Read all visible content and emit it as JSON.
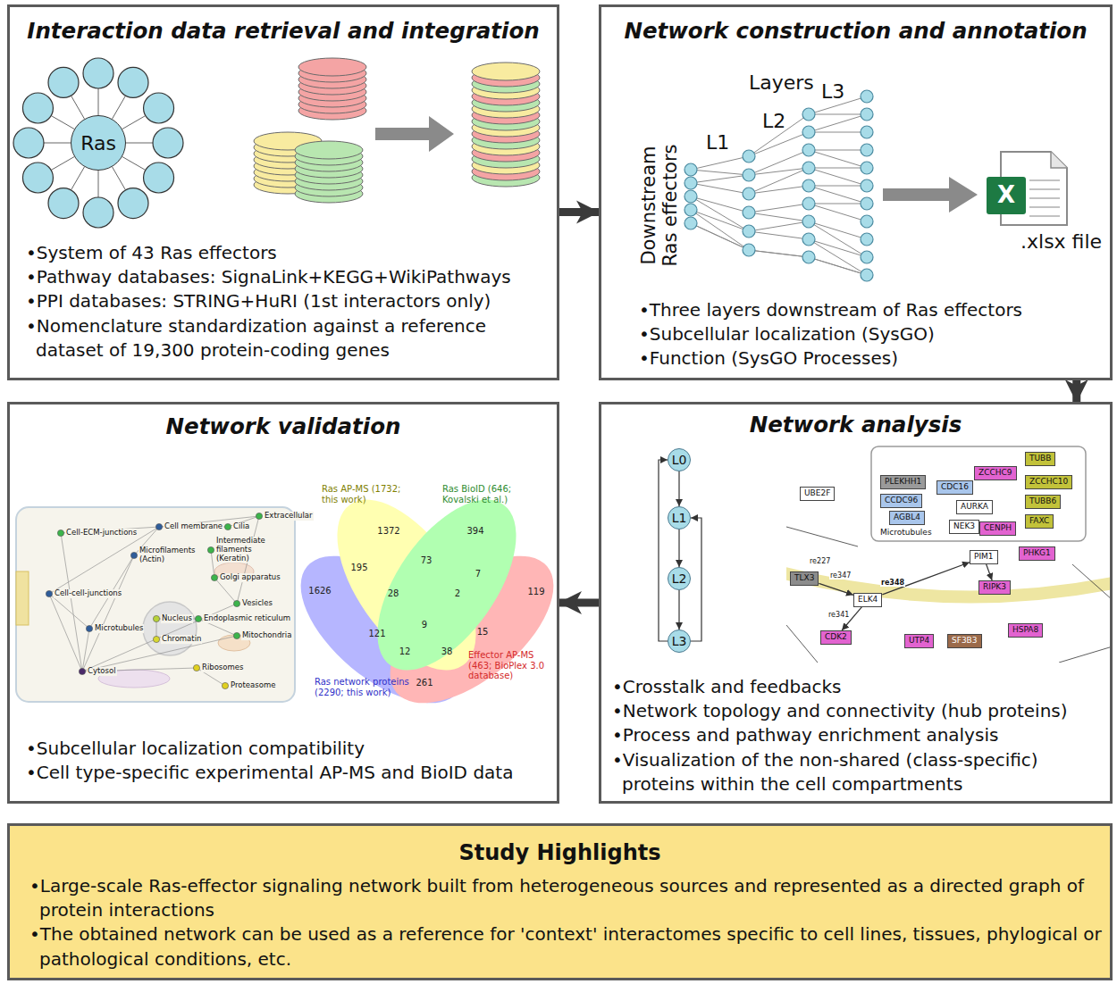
{
  "diagram": {
    "nodes": [
      {
        "text": [
          "Interaction data retrieval and integration",
          "•System of 43 Ras effectors",
          "•Pathway databases: SignaLink+KEGG+WikiPathways",
          "•PPI databases: STRING+HuRI (1st interactors only)",
          "•Nomenclature standardization against a reference dataset of 19,300 protein-coding genes"
        ]
      },
      {
        "text": [
          "Ras"
        ],
        "in": 0
      },
      {
        "text": [
          "Network construction and annotation",
          "•Three layers downstream of Ras effectors",
          "•Subcellular localization (SysGO)",
          "•Function (SysGO Processes)"
        ]
      },
      {
        "text": [
          "Network validation",
          "•Subcellular localization compatibility",
          "•Cell type-specific experimental AP-MS and BioID data"
        ]
      },
      {
        "text": [
          "Network analysis",
          "•Crosstalk and feedbacks",
          "•Network topology and connectivity (hub proteins)",
          "•Process and pathway enrichment analysis",
          "•Visualization of the non-shared (class-specific) proteins within the cell compartments"
        ]
      },
      {
        "text": [
          "L0"
        ],
        "in": 4
      },
      {
        "text": [
          "L1"
        ],
        "in": 4
      },
      {
        "text": [
          "L2"
        ],
        "in": 4
      },
      {
        "text": [
          "L3"
        ],
        "in": 4
      },
      {
        "text": [
          "PLEKHH1"
        ],
        "in": 4
      },
      {
        "text": [
          "CDC16"
        ],
        "in": 4
      },
      {
        "text": [
          "CCDC96"
        ],
        "in": 4
      },
      {
        "text": [
          "AGBL4"
        ],
        "in": 4
      },
      {
        "text": [
          "AURKA"
        ],
        "in": 4
      },
      {
        "text": [
          "NEK3"
        ],
        "in": 4
      },
      {
        "text": [
          "ZCCHC9"
        ],
        "in": 4
      },
      {
        "text": [
          "TUBB"
        ],
        "in": 4
      },
      {
        "text": [
          "ZCCHC10"
        ],
        "in": 4
      },
      {
        "text": [
          "TUBB6"
        ],
        "in": 4
      },
      {
        "text": [
          "FAXC"
        ],
        "in": 4
      },
      {
        "text": [
          "CENPH"
        ],
        "in": 4
      },
      {
        "text": [
          "PHKG1"
        ],
        "in": 4
      },
      {
        "text": [
          "UBE2F"
        ],
        "in": 4
      },
      {
        "text": [
          "TLX3"
        ],
        "in": 4
      },
      {
        "text": [
          "ELK4"
        ],
        "in": 4
      },
      {
        "text": [
          "PIM1"
        ],
        "in": 4
      },
      {
        "text": [
          "RIPK3"
        ],
        "in": 4
      },
      {
        "text": [
          "CDK2"
        ],
        "in": 4
      },
      {
        "text": [
          "UTP4"
        ],
        "in": 4
      },
      {
        "text": [
          "SF3B3"
        ],
        "in": 4
      },
      {
        "text": [
          "HSPA8"
        ],
        "in": 4
      },
      {
        "text": [
          "Study Highlights",
          "•Large-scale Ras-effector signaling network built from heterogeneous sources and represented as a directed graph of protein interactions",
          "•The obtained network can be used as a reference for 'context' interactomes specific to cell lines, tissues, phylogical or pathological conditions, etc."
        ]
      }
    ],
    "edges": [
      {
        "from": 0,
        "to": 2,
        "arrow": "to"
      },
      {
        "from": 2,
        "to": 4,
        "arrow": "to"
      },
      {
        "from": 4,
        "to": 3,
        "arrow": "to"
      },
      {
        "from": 5,
        "to": 6,
        "arrow": "to"
      },
      {
        "from": 6,
        "to": 7,
        "arrow": "to"
      },
      {
        "from": 7,
        "to": 8,
        "arrow": "to"
      },
      {
        "from": 8,
        "to": 5,
        "arrow": "to"
      },
      {
        "from": 8,
        "to": 6,
        "arrow": "to"
      },
      {
        "from": 23,
        "to": 24,
        "arrow": "to"
      },
      {
        "from": 24,
        "to": 25,
        "arrow": "to"
      },
      {
        "from": 24,
        "to": 27,
        "arrow": "to"
      },
      {
        "from": 25,
        "to": 26,
        "arrow": "to"
      }
    ],
    "labels": [
      "Layers",
      "L1",
      "L2",
      "L3",
      "Downstream Ras effectors",
      "X",
      ".xlsx file",
      "Cell-ECM-junctions",
      "Cell membrane",
      "Cilia",
      "Extracellular",
      "Microfilaments (Actin)",
      "Intermediate filaments (Keratin)",
      "Golgi apparatus",
      "Cell-cell-junctions",
      "Vesicles",
      "Nucleus",
      "Endoplasmic reticulum",
      "Microtubules",
      "Chromatin",
      "Mitochondria",
      "Cytosol",
      "Ribosomes",
      "Proteasome",
      "Ras AP-MS (1732; this work)",
      "Ras BioID (646; Kovalski et al.)",
      "Ras network proteins (2290; this work)",
      "Effector AP-MS (463; BioPlex 3.0 database)",
      "1372",
      "394",
      "195",
      "73",
      "7",
      "1626",
      "119",
      "28",
      "2",
      "121",
      "9",
      "15",
      "12",
      "38",
      "261",
      "Microtubules",
      "re227",
      "re347",
      "re348",
      "re341"
    ]
  }
}
